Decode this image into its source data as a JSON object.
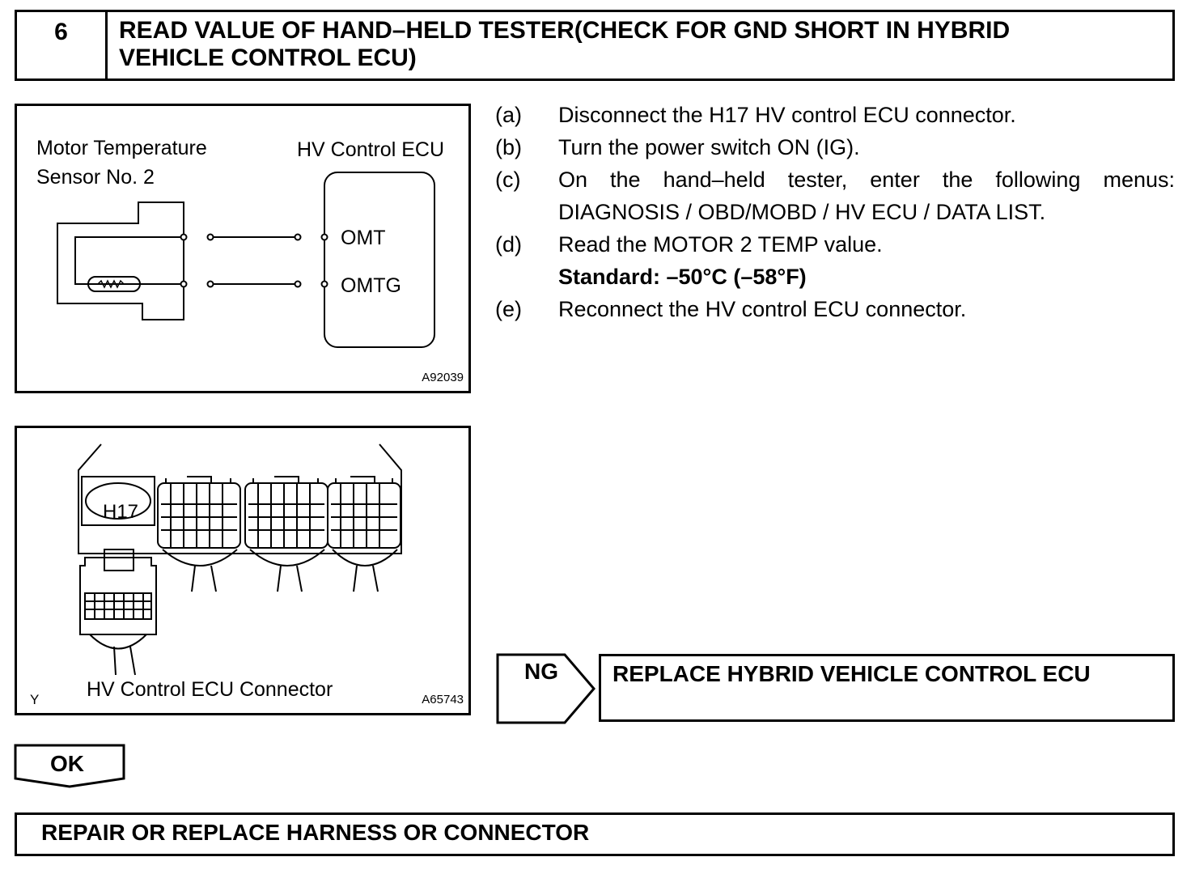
{
  "header": {
    "step_number": "6",
    "title_line1": "READ VALUE OF HAND–HELD TESTER(CHECK FOR GND SHORT IN HYBRID",
    "title_line2": "VEHICLE CONTROL ECU)"
  },
  "figure1": {
    "sensor_label_line1": "Motor Temperature",
    "sensor_label_line2": "Sensor No. 2",
    "ecu_label": "HV Control ECU",
    "terminal1": "OMT",
    "terminal2": "OMTG",
    "code": "A92039"
  },
  "figure2": {
    "connector_id": "H17",
    "caption": "HV Control ECU Connector",
    "corner_mark": "Y",
    "code": "A65743"
  },
  "steps": [
    {
      "letter": "(a)",
      "text": "Disconnect the H17 HV control ECU connector."
    },
    {
      "letter": "(b)",
      "text": "Turn the power switch ON (IG)."
    },
    {
      "letter": "(c)",
      "text": "On the hand–held tester, enter the following menus:",
      "text2": "DIAGNOSIS / OBD/MOBD / HV ECU / DATA LIST."
    },
    {
      "letter": "(d)",
      "text": "Read the MOTOR 2 TEMP value.",
      "standard": "Standard: –50°C (–58°F)"
    },
    {
      "letter": "(e)",
      "text": "Reconnect the HV control ECU connector."
    }
  ],
  "ng": {
    "label": "NG",
    "result": "REPLACE HYBRID VEHICLE CONTROL ECU"
  },
  "ok": {
    "label": "OK"
  },
  "final": {
    "text": "REPAIR OR REPLACE HARNESS OR CONNECTOR"
  }
}
